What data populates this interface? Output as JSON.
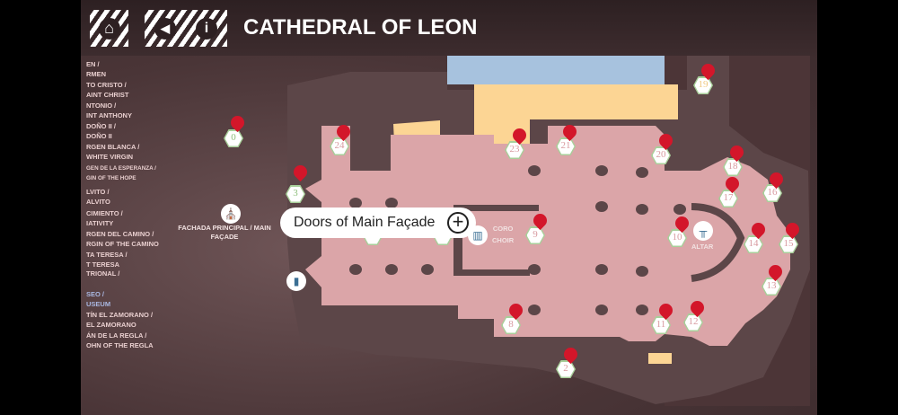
{
  "header": {
    "title": "CATHEDRAL OF LEON",
    "home_icon": "home-icon",
    "back_icon": "back-icon",
    "info_icon": "info-icon"
  },
  "sidebar": {
    "items": [
      {
        "line1": "EN /",
        "line2": "RMEN"
      },
      {
        "line1": "TO CRISTO /",
        "line2": "AINT CHRIST"
      },
      {
        "line1": "NTONIO /",
        "line2": "INT ANTHONY"
      },
      {
        "line1": "DOÑO II /",
        "line2": "DOÑO II"
      },
      {
        "line1": "RGEN BLANCA /",
        "line2": "WHITE VIRGIN"
      },
      {
        "line1": "GEN DE LA ESPERANZA /",
        "line2": "GIN OF THE HOPE"
      },
      {
        "line1": "LVITO /",
        "line2": "ALVITO"
      },
      {
        "line1": "CIMIENTO /",
        "line2": "IATIVITY"
      },
      {
        "line1": "RGEN DEL CAMINO /",
        "line2": "RGIN OF THE CAMINO"
      },
      {
        "line1": "TA TERESA /",
        "line2": "T TERESA"
      },
      {
        "line1": "TRIONAL /",
        "line2": ""
      },
      {
        "line1": "SEO /",
        "line2": "USEUM"
      },
      {
        "line1": "TÍN EL ZAMORANO /",
        "line2": "EL ZAMORANO"
      },
      {
        "line1": "ÁN DE LA REGLA /",
        "line2": "OHN OF THE REGLA"
      }
    ]
  },
  "map": {
    "markers": [
      "0",
      "24",
      "3",
      "23",
      "21",
      "20",
      "19",
      "18",
      "17",
      "16",
      "9",
      "10",
      "14",
      "15",
      "13",
      "8",
      "11",
      "12",
      "2",
      "",
      ""
    ],
    "poi": {
      "facade": "FACHADA PRINCIPAL / MAIN FAÇADE",
      "coro_es": "CORO",
      "coro_en": "CHOIR",
      "altar": "ALTAR"
    },
    "tooltip": {
      "text": "Doors of Main Façade",
      "action": "+"
    }
  },
  "colors": {
    "nave": "#dba5a8",
    "walls": "#5c4648",
    "cloister": "#fcd594",
    "water": "#a7c2de",
    "pin": "#d3162a"
  }
}
